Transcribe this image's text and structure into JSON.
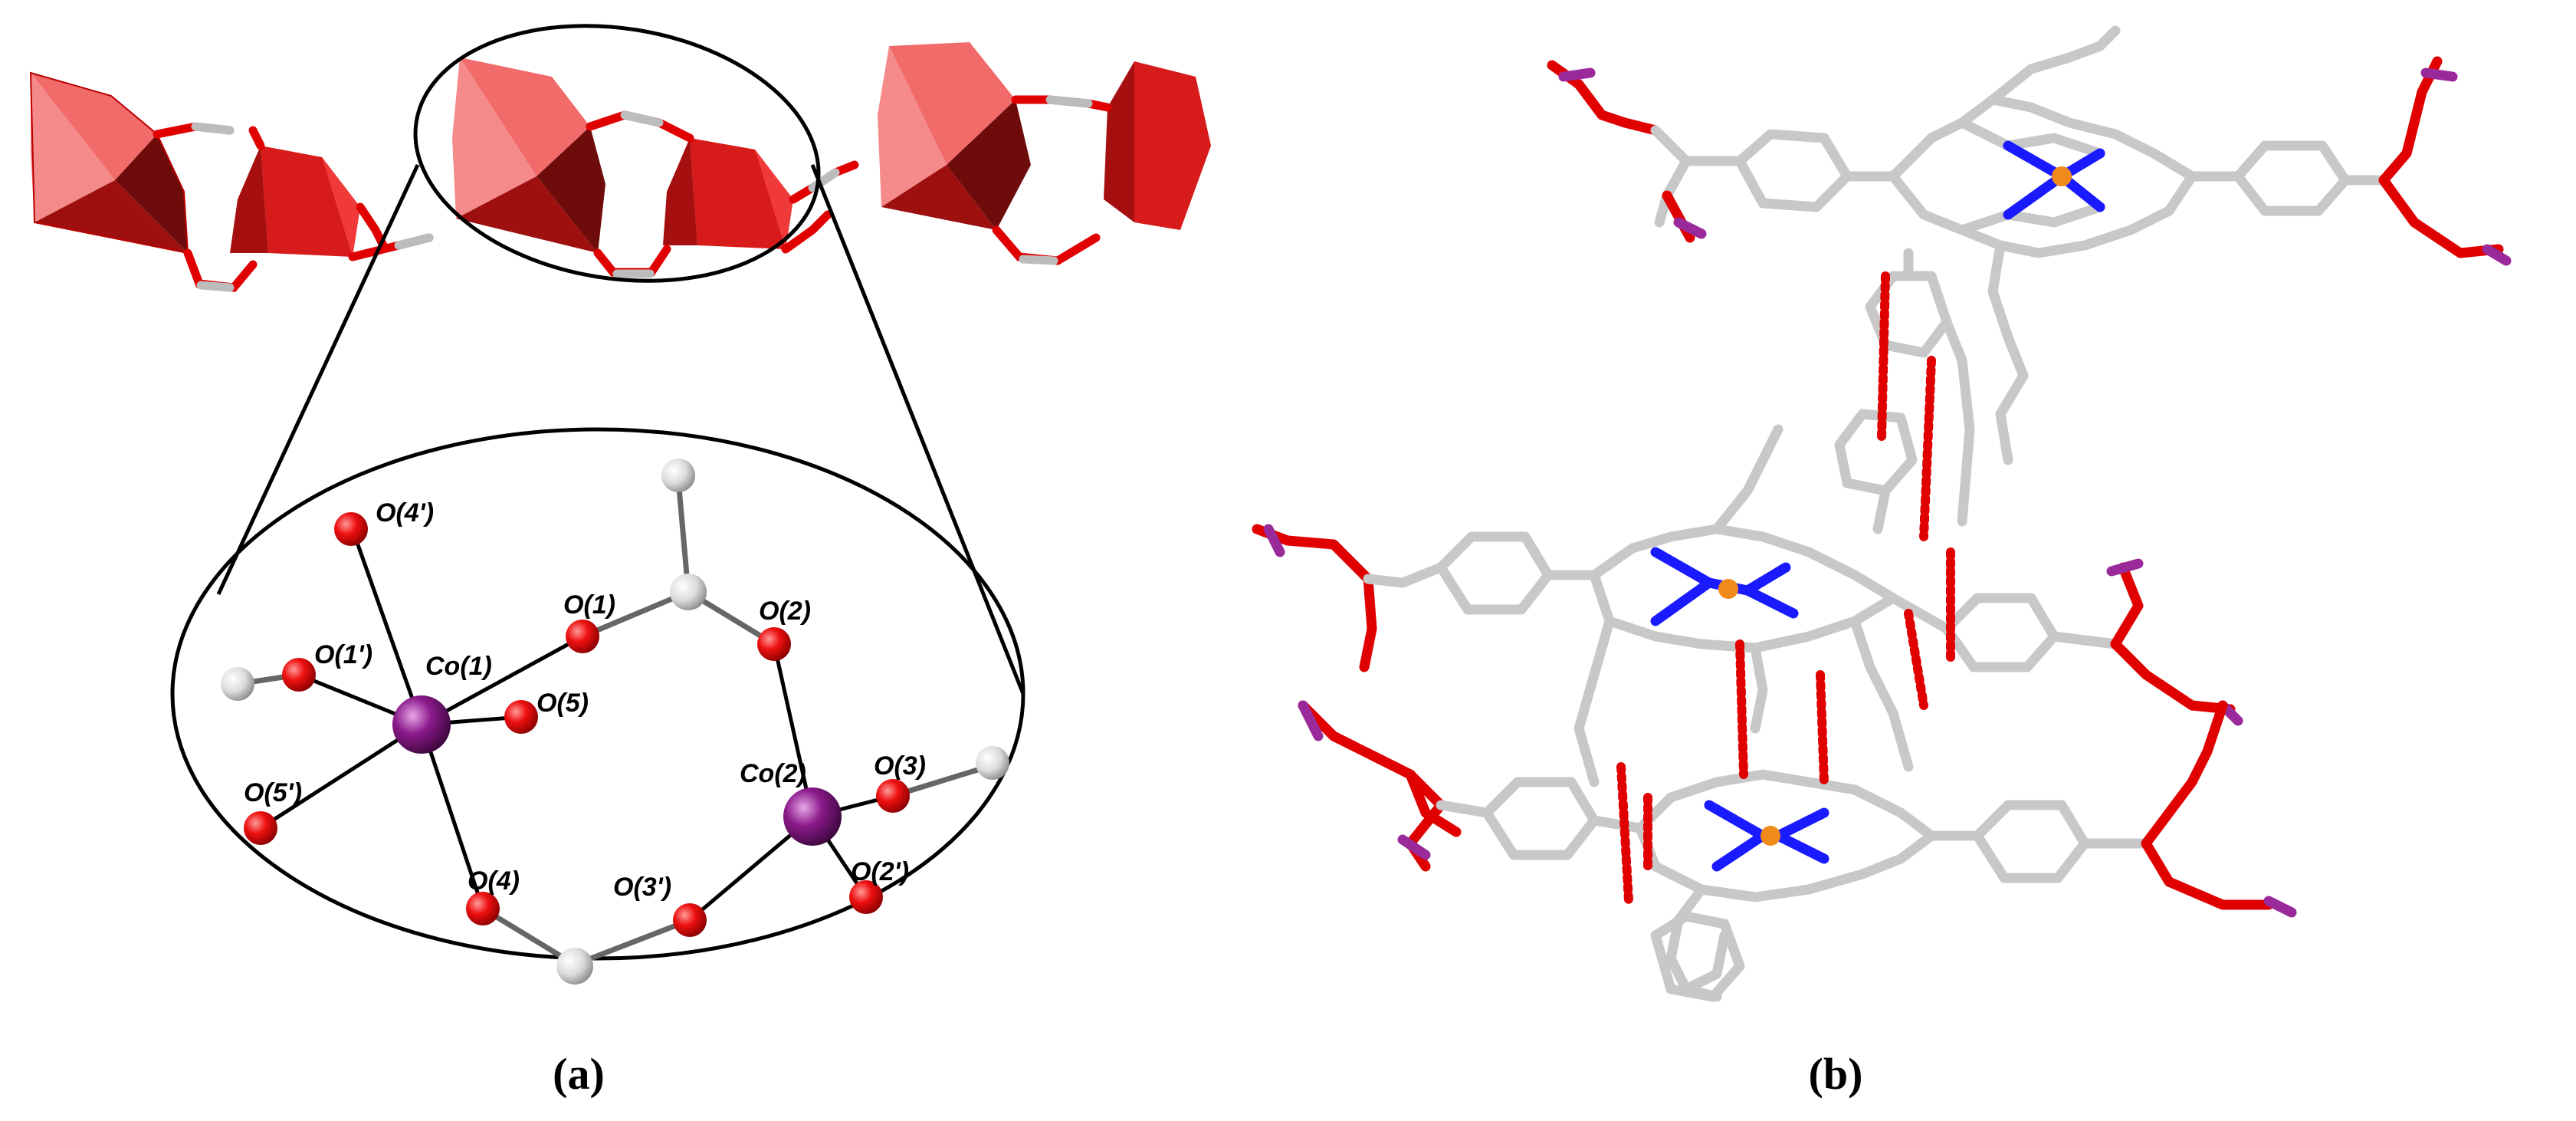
{
  "panels": {
    "a": {
      "label": "(a)",
      "atoms": {
        "o4p": "O(4')",
        "o1p": "O(1')",
        "co1": "Co(1)",
        "o1": "O(1)",
        "o2": "O(2)",
        "o5": "O(5)",
        "o5p": "O(5')",
        "co2": "Co(2)",
        "o3": "O(3)",
        "o4": "O(4)",
        "o3p": "O(3')",
        "o2p": "O(2')"
      }
    },
    "b": {
      "label": "(b)"
    }
  },
  "colors": {
    "polyhedron_light": "#f26b6b",
    "polyhedron_dark": "#6e0b0b",
    "polyhedron_mid": "#c81414",
    "oxygen": "#e00000",
    "cobalt": "#8b1a8b",
    "carbon": "#d4d4d4",
    "nitrogen": "#1a1aff",
    "metal_center": "#f08a1a",
    "contact_dots": "#e00000"
  }
}
